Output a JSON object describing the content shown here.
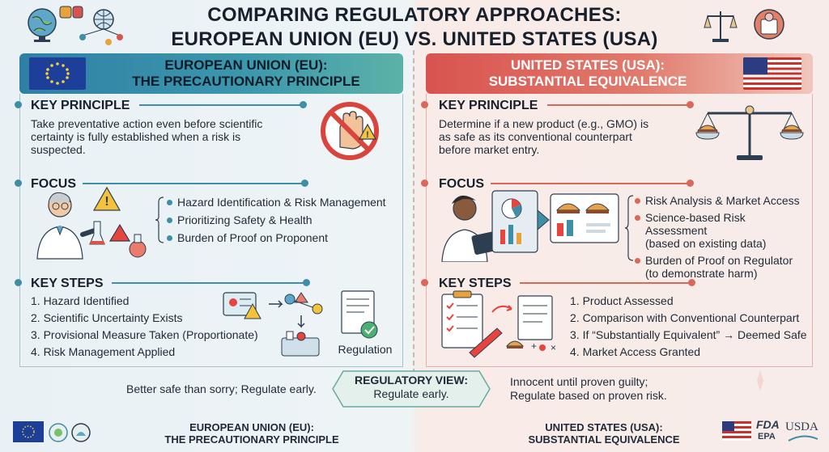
{
  "title": {
    "line1": "COMPARING REGULATORY APPROACHES:",
    "line2": "EUROPEAN UNION (EU) VS. UNITED STATES (USA)"
  },
  "eu": {
    "header_line1": "EUROPEAN UNION (EU):",
    "header_line2": "THE PRECAUTIONARY PRINCIPLE",
    "key_principle": {
      "title": "KEY PRINCIPLE",
      "text_line1": "Take preventative action even before scientific",
      "text_line2": "certainty is fully established when a risk is",
      "text_line3": "suspected."
    },
    "focus": {
      "title": "FOCUS",
      "items": [
        "Hazard Identification & Risk Management",
        "Prioritizing Safety & Health",
        "Burden of Proof on Proponent"
      ]
    },
    "key_steps": {
      "title": "KEY STEPS",
      "items": [
        "1. Hazard Identified",
        "2. Scientific Uncertainty Exists",
        "3. Provisional Measure Taken (Proportionate)",
        "4. Risk Management Applied"
      ],
      "icon_label": "Regulation"
    },
    "bottom_text": "Better safe than sorry; Regulate early.",
    "footer_line1": "EUROPEAN UNION (EU):",
    "footer_line2": "THE PRECAUTIONARY PRINCIPLE"
  },
  "us": {
    "header_line1": "UNITED STATES (USA):",
    "header_line2": "SUBSTANTIAL EQUIVALENCE",
    "key_principle": {
      "title": "KEY PRINCIPLE",
      "text_line1": "Determine if a new product (e.g., GMO) is",
      "text_line2": "as safe as its conventional counterpart",
      "text_line3": "before market entry."
    },
    "focus": {
      "title": "FOCUS",
      "items": [
        {
          "line1": "Risk Analysis & Market Access",
          "line2": ""
        },
        {
          "line1": "Science-based Risk Assessment",
          "line2": "(based on existing data)"
        },
        {
          "line1": "Burden of Proof on Regulator",
          "line2": "(to demonstrate harm)"
        }
      ]
    },
    "key_steps": {
      "title": "KEY STEPS",
      "items": [
        "1. Product Assessed",
        "2. Comparison with Conventional Counterpart",
        "3. If “Substantially Equivalent” → Deemed Safe",
        "4. Market Access Granted"
      ]
    },
    "bottom_text_line1": "Innocent until proven guilty;",
    "bottom_text_line2": "Regulate based on proven risk.",
    "footer_line1": "UNITED STATES (USA):",
    "footer_line2": "SUBSTANTIAL EQUIVALENCE",
    "logo_fda": "FDA",
    "logo_epa": "EPA",
    "logo_usda": "USDA"
  },
  "regulatory_view": {
    "title": "REGULATORY VIEW:",
    "subtitle": "Regulate early."
  },
  "colors": {
    "eu_accent": "#3e8ea7",
    "us_accent": "#d9675a"
  }
}
